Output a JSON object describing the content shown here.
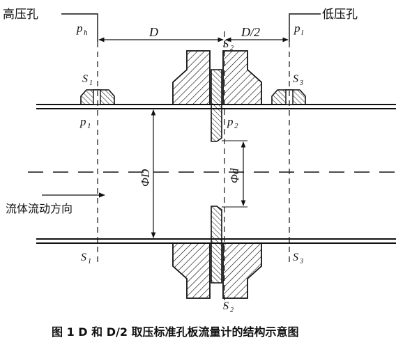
{
  "labels": {
    "high_pressure_hole": "高压孔",
    "low_pressure_hole": "低压孔",
    "ph": "p",
    "ph_sub": "h",
    "pl": "p",
    "pl_sub": "l",
    "dim_D": "D",
    "dim_D_half": "D/2",
    "S1_top": "S",
    "S1_top_sub": "1",
    "S2_top": "S",
    "S2_top_sub": "2",
    "S3_top": "S",
    "S3_top_sub": "3",
    "p1": "p",
    "p1_sub": "1",
    "p2": "p",
    "p2_sub": "2",
    "phi_D": "ΦD",
    "phi_d": "Φd",
    "flow_direction": "流体流动方向",
    "S1_bottom": "S",
    "S1_bottom_sub": "1",
    "S3_bottom": "S",
    "S3_bottom_sub": "3",
    "S2_bottom": "S",
    "S2_bottom_sub": "2"
  },
  "caption": "图 1   D 和 D/2 取压标准孔板流量计的结构示意图"
}
